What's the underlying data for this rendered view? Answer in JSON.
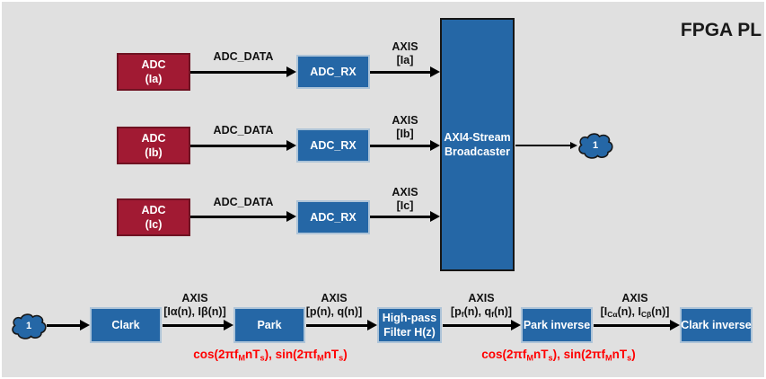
{
  "title": "FPGA PL",
  "colors": {
    "background": "#e0e0e0",
    "block_blue": "#2567a6",
    "block_blue_border_light": "#aec4d8",
    "block_blue_border_dark": "#161616",
    "block_red": "#a11a33",
    "block_red_border": "#6f1222",
    "arrow": "#000000",
    "formula_red": "#ff0000"
  },
  "adc_rows": [
    {
      "adc": {
        "line1": "ADC",
        "line2": "(Ia)"
      },
      "bus": "ADC_DATA",
      "rx": "ADC_RX",
      "axis": {
        "line1": "AXIS",
        "line2": "[Ia]"
      }
    },
    {
      "adc": {
        "line1": "ADC",
        "line2": "(Ib)"
      },
      "bus": "ADC_DATA",
      "rx": "ADC_RX",
      "axis": {
        "line1": "AXIS",
        "line2": "[Ib]"
      }
    },
    {
      "adc": {
        "line1": "ADC",
        "line2": "(Ic)"
      },
      "bus": "ADC_DATA",
      "rx": "ADC_RX",
      "axis": {
        "line1": "AXIS",
        "line2": "[Ic]"
      }
    }
  ],
  "broadcaster": {
    "line1": "AXI4-Stream",
    "line2": "Broadcaster"
  },
  "cloud_top": "1",
  "cloud_bottom": "1",
  "chain": {
    "blocks": [
      {
        "line1": "Clark"
      },
      {
        "line1": "Park"
      },
      {
        "line1": "High-pass",
        "line2": "Filter H(z)"
      },
      {
        "line1": "Park inverse"
      },
      {
        "line1": "Clark inverse"
      }
    ],
    "links": [
      {
        "line1": "AXIS",
        "line2": "[I&alpha;(n), I&beta;(n)]"
      },
      {
        "line1": "AXIS",
        "line2": "[p(n), q(n)]"
      },
      {
        "line1": "AXIS",
        "line2": "[p<sub>f</sub>(n), q<sub>f</sub>(n)]"
      },
      {
        "line1": "AXIS",
        "line2": "[I<sub>C&alpha;</sub>(n), I<sub>C&beta;</sub>(n)]"
      }
    ],
    "formulas": [
      "cos(2&pi;f<sub>M</sub>nT<sub>s</sub>), sin(2&pi;f<sub>M</sub>nT<sub>s</sub>)",
      "cos(2&pi;f<sub>M</sub>nT<sub>s</sub>), sin(2&pi;f<sub>M</sub>nT<sub>s</sub>)"
    ]
  }
}
